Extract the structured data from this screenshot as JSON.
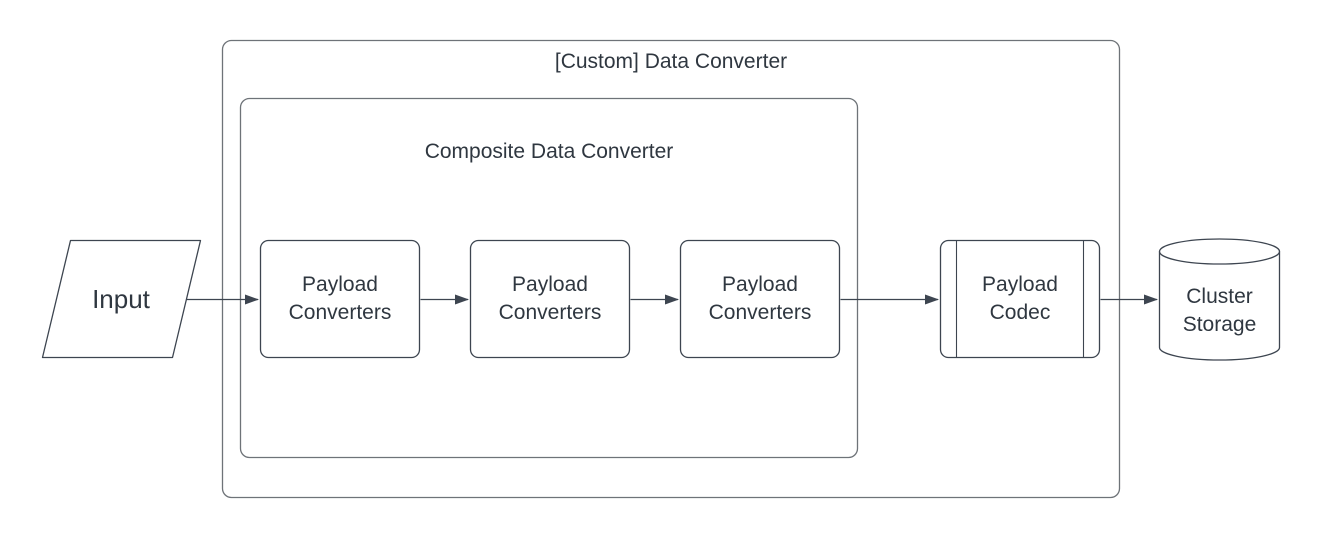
{
  "diagram": {
    "type": "flowchart",
    "outer_container": {
      "label": "[Custom] Data Converter"
    },
    "inner_container": {
      "label": "Composite Data Converter"
    },
    "nodes": {
      "input": {
        "label": "Input",
        "shape": "parallelogram"
      },
      "converter1": {
        "label": "Payload Converters",
        "shape": "rounded-rectangle"
      },
      "converter2": {
        "label": "Payload Converters",
        "shape": "rounded-rectangle"
      },
      "converter3": {
        "label": "Payload Converters",
        "shape": "rounded-rectangle"
      },
      "codec": {
        "label": "Payload Codec",
        "shape": "predefined-process"
      },
      "storage": {
        "label": "Cluster Storage",
        "shape": "cylinder"
      }
    },
    "connections": [
      {
        "from": "Input",
        "to": "Payload Converters (1)"
      },
      {
        "from": "Payload Converters (1)",
        "to": "Payload Converters (2)"
      },
      {
        "from": "Payload Converters (2)",
        "to": "Payload Converters (3)"
      },
      {
        "from": "Payload Converters (3)",
        "to": "Payload Codec"
      },
      {
        "from": "Payload Codec",
        "to": "Cluster Storage"
      }
    ],
    "colors": {
      "background": "#ffffff",
      "shape_stroke": "#3d4550",
      "container_stroke": "#6e7378",
      "text": "#2f3740",
      "shape_fill": "#ffffff"
    }
  }
}
